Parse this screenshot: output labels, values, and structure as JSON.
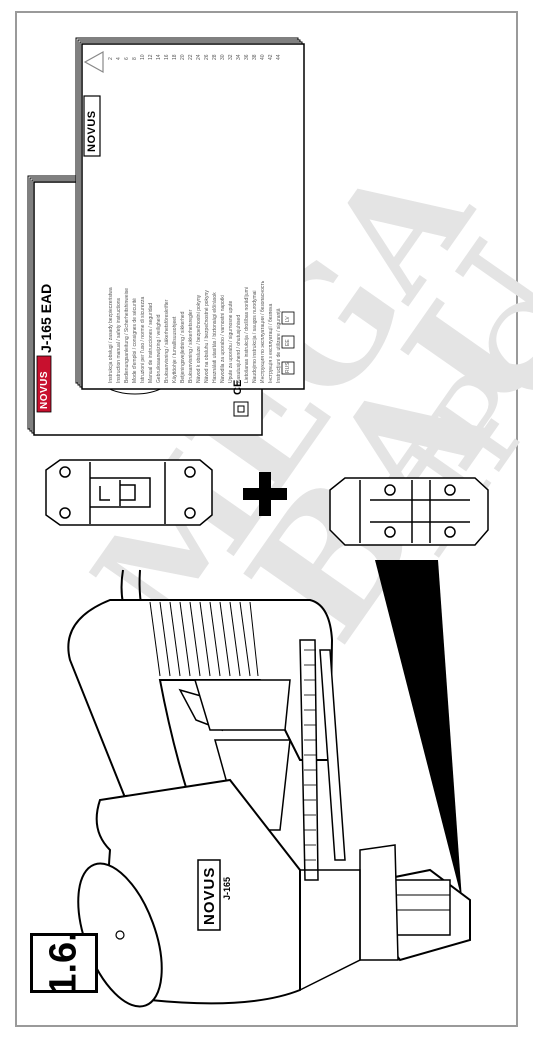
{
  "figure_label": "1.6.",
  "brand": "NOVUS",
  "model": "J-165 EAD",
  "tool_side_label": "J-165",
  "manual_icon_symbol": "⚠",
  "certification_marks": [
    "CE"
  ],
  "watermark": {
    "line1": "MEGA",
    "line2": "BAU",
    "line3": "ПРОФ"
  },
  "toc_lines": [
    "Instrukcja obsługi / zasady bezpieczeństwa",
    "Instruction manual / safety instructions",
    "Bedienungsanleitung / Sicherheitshinweise",
    "Mode d'emploi / consignes de sécurité",
    "Istruzioni per l'uso / norme di sicurezza",
    "Manual de instrucciones / seguridad",
    "Gebruiksaanwijzing / veiligheid",
    "Bruksanvisning / säkerhetsföreskrifter",
    "Käyttöohje / turvallisuusohjeet",
    "Betjeningsvejledning / sikkerhed",
    "Bruksanvisning / sikkerhetsregler",
    "Návod k obsluze / bezpečnostní pokyny",
    "Návod na obsluhu / bezpečnostné pokyny",
    "Használati utasítás / biztonsági előírások",
    "Navodila za uporabo / varnostni napotki",
    "Upute za uporabu / sigurnosne upute",
    "Kasutusjuhend / ohutusjuhised",
    "Lietošanas instrukcija / drošības norādījumi",
    "Naudojimo instrukcija / saugos nurodymai",
    "Инструкция по эксплуатации / безопасность",
    "Інструкція з експлуатації / безпека",
    "Instrucţiuni de utilizare / siguranţă"
  ],
  "toc_pages": [
    "2",
    "4",
    "6",
    "8",
    "10",
    "12",
    "14",
    "16",
    "18",
    "20",
    "22",
    "24",
    "26",
    "28",
    "30",
    "32",
    "34",
    "36",
    "38",
    "40",
    "42",
    "44"
  ],
  "lang_codes": [
    "EE",
    "LV",
    "RUS"
  ]
}
